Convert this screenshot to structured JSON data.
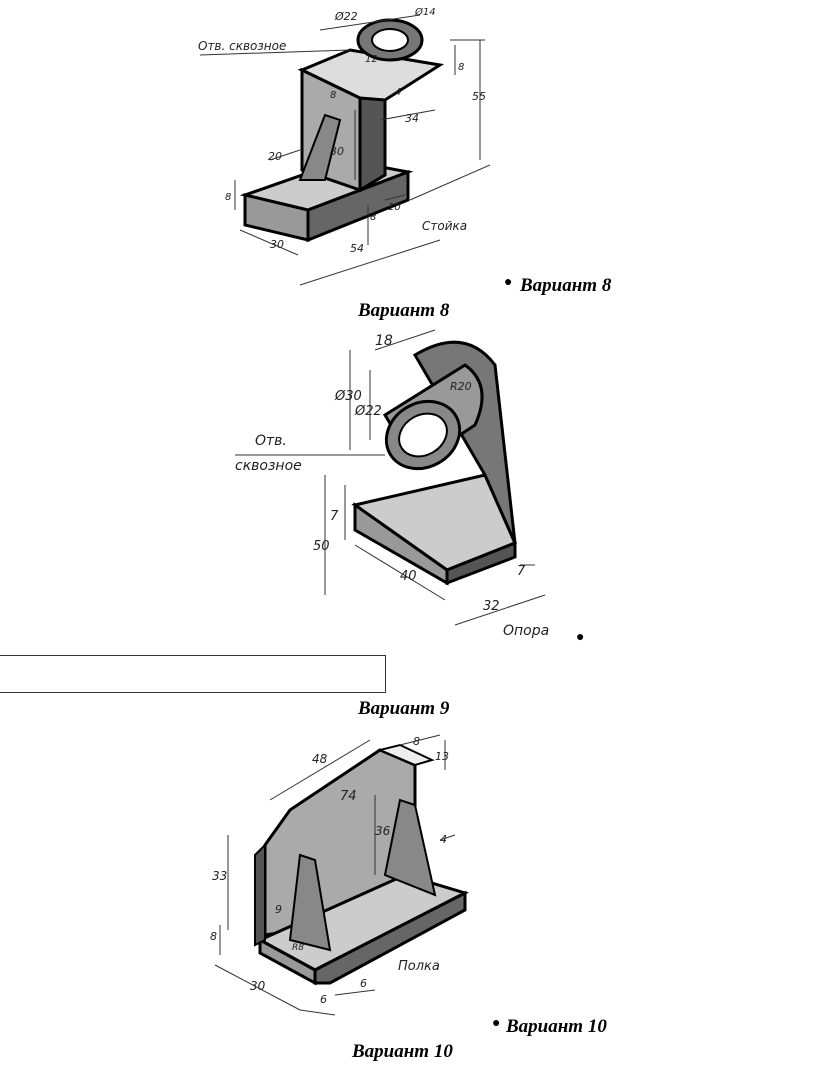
{
  "figure1": {
    "note_label": "Отв. сквозное",
    "part_name": "Стойка",
    "dims": [
      "Ø22",
      "Ø14",
      "12",
      "8",
      "55",
      "8",
      "4",
      "34",
      "30",
      "20",
      "8",
      "8",
      "10",
      "54",
      "30"
    ]
  },
  "caption_right_1": "Вариант 8",
  "caption_center_1": "Вариант 8",
  "figure2": {
    "note_label_1": "Отв.",
    "note_label_2": "сквозное",
    "part_name": "Опора",
    "dims": [
      "18",
      "Ø30",
      "Ø22",
      "R20",
      "7",
      "50",
      "40",
      "7",
      "32"
    ]
  },
  "caption_center_2": "Вариант 9",
  "figure3": {
    "part_name": "Полка",
    "dims": [
      "48",
      "8",
      "13",
      "74",
      "36",
      "4",
      "33",
      "9",
      "8",
      "R8",
      "30",
      "6",
      "6"
    ]
  },
  "caption_right_3": "Вариант 10",
  "caption_center_3": "Вариант 10"
}
